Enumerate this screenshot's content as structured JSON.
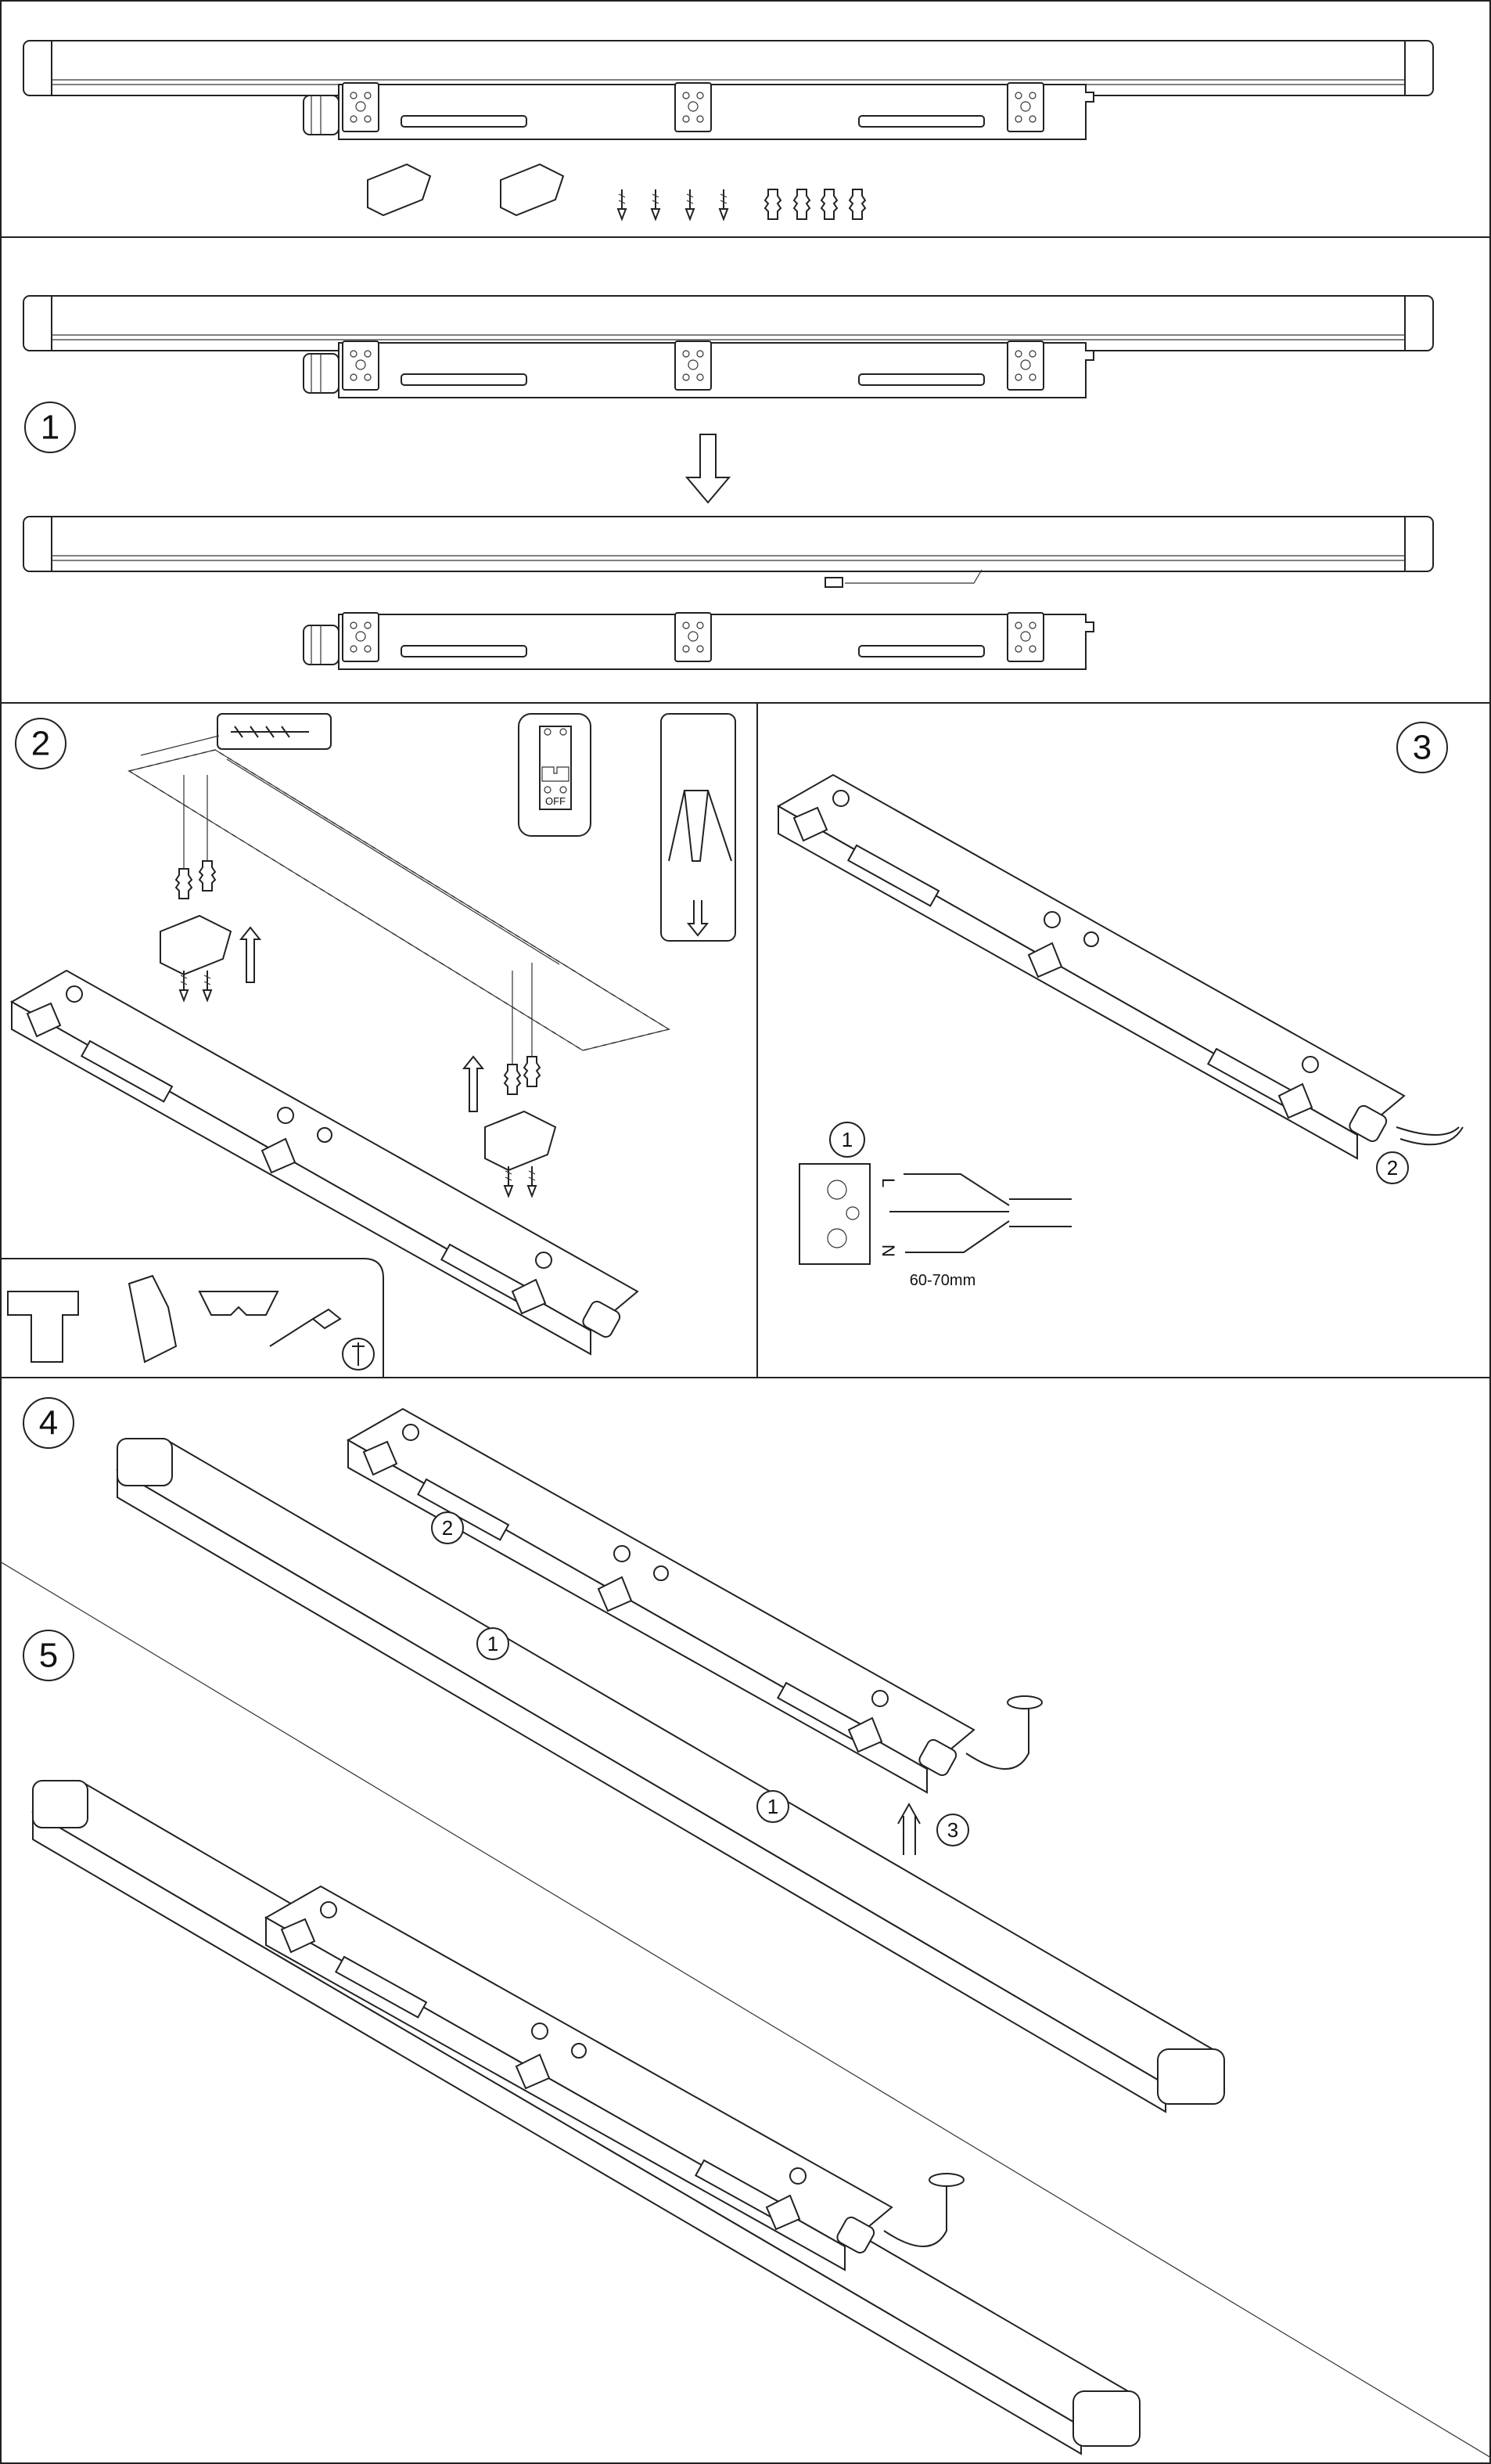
{
  "steps": [
    "1",
    "2",
    "3",
    "4",
    "5"
  ],
  "breaker": {
    "state_label": "OFF"
  },
  "wiring": {
    "callout": "1",
    "live_label": "L",
    "neutral_label": "N",
    "strip_length": "60-70mm",
    "cable_callout": "2"
  },
  "step4_callouts": {
    "connector": "2",
    "screw_left": "1",
    "screw_right": "1",
    "cable": "3"
  },
  "colors": {
    "line": "#222222",
    "background": "#ffffff"
  }
}
